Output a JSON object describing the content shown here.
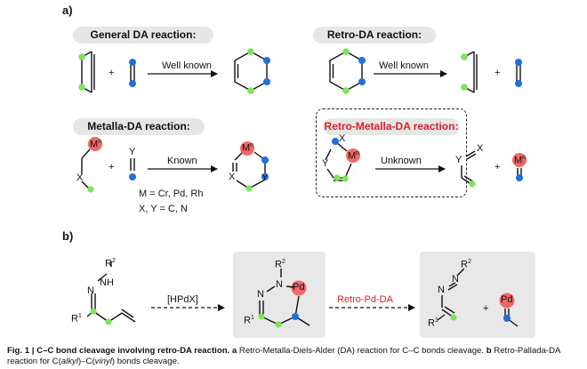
{
  "panels": {
    "a": {
      "label": "a)",
      "general": {
        "title": "General DA reaction:",
        "arrow": "Well known",
        "plus": "+"
      },
      "retro": {
        "title": "Retro-DA reaction:",
        "arrow": "Well known",
        "plus": "+"
      },
      "metalla": {
        "title": "Metalla-DA reaction:",
        "arrow": "Known",
        "plus": "+",
        "cond1": "M = Cr, Pd, Rh",
        "cond2": "X, Y  = C, N",
        "atoms": {
          "metal": "M",
          "superscript": "n",
          "x": "X",
          "y": "Y"
        }
      },
      "retro_metalla": {
        "title": "Retro-Metalla-DA reaction:",
        "arrow": "Unknown",
        "plus": "+",
        "atoms": {
          "metal": "M",
          "superscript": "n",
          "x": "X",
          "y": "Y"
        }
      }
    },
    "b": {
      "label": "b)",
      "reagent": "[HPdX]",
      "step": "Retro-Pd-DA",
      "plus": "+",
      "atoms": {
        "r1": "R",
        "r1_sup": "1",
        "r2": "R",
        "r2_sup": "2",
        "n": "N",
        "nh": "NH",
        "pd": "Pd"
      }
    }
  },
  "caption": {
    "fig": "Fig. 1 | C–C bond cleavage involving retro-DA reaction.",
    "part_a_label": "a",
    "part_a_text": "Retro-Metalla-Diels-Alder (DA) reaction for C–C bonds cleavage.",
    "part_b_label": "b",
    "part_b_text_1": "Retro-Pallada-DA reaction for C(",
    "part_b_alkyl": "alkyl",
    "part_b_text_2": ")–C(",
    "part_b_vinyl": "vinyl",
    "part_b_text_3": ") bonds cleavage."
  },
  "colors": {
    "green": "#7ee35a",
    "blue": "#1f6fe0",
    "red": "#f06868",
    "bond": "#111111",
    "gray_box": "#e8e8e8",
    "title_red": "#d6202a"
  }
}
